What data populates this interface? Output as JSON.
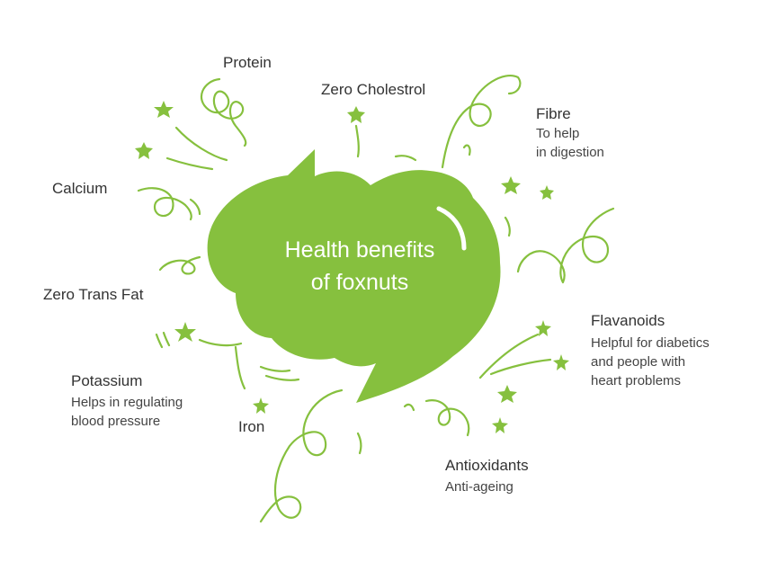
{
  "center": {
    "line1": "Health benefits",
    "line2": "of foxnuts"
  },
  "benefits": [
    {
      "title": "Protein"
    },
    {
      "title": "Zero Cholestrol"
    },
    {
      "title": "Fibre",
      "detail": "To help\nin digestion"
    },
    {
      "title": "Calcium"
    },
    {
      "title": "Zero Trans Fat"
    },
    {
      "title": "Flavanoids",
      "detail": "Helpful for diabetics\nand people with\nheart problems"
    },
    {
      "title": "Potassium",
      "detail": "Helps in regulating\nblood pressure"
    },
    {
      "title": "Iron"
    },
    {
      "title": "Antioxidants",
      "detail": "Anti-ageing"
    }
  ],
  "colors": {
    "accent": "#86c03e",
    "text": "#333333",
    "background": "#ffffff"
  },
  "icons": [
    "star-icon",
    "swirl-icon",
    "speech-bubble-icon"
  ]
}
